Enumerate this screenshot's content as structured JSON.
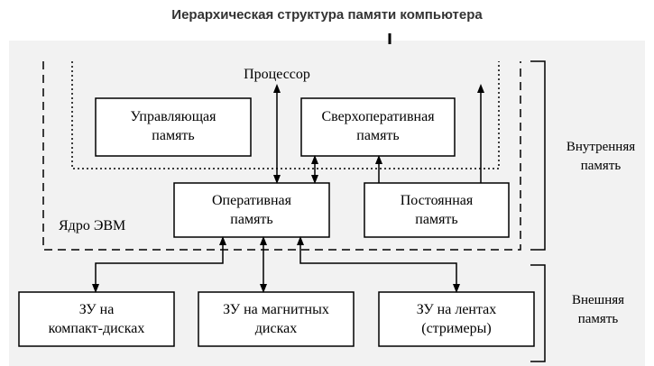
{
  "header": {
    "title": "Иерархическая структура памяти компьютера"
  },
  "diagram": {
    "processor": "Процессор",
    "core_label": "Ядро ЭВМ",
    "boxes": {
      "control_memory": [
        "Управляющая",
        "память"
      ],
      "cache_memory": [
        "Сверхоперативная",
        "память"
      ],
      "ram": [
        "Оперативная",
        "память"
      ],
      "rom": [
        "Постоянная",
        "память"
      ],
      "cd_storage": [
        "ЗУ на",
        "компакт-дисках"
      ],
      "magnetic_storage": [
        "ЗУ на магнитных",
        "дисках"
      ],
      "tape_storage": [
        "ЗУ на лентах",
        "(стримеры)"
      ]
    },
    "brackets": {
      "internal": [
        "Внутренняя",
        "память"
      ],
      "external": [
        "Внешняя",
        "память"
      ]
    }
  }
}
